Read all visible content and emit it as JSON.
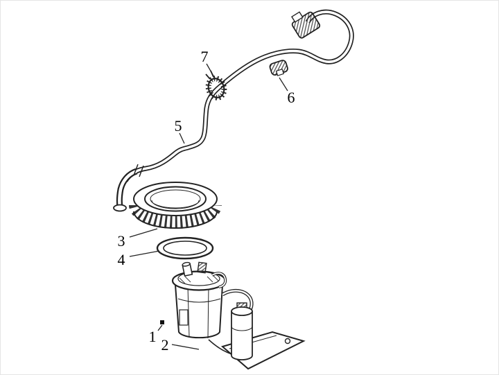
{
  "diagram": {
    "kind": "exploded-parts-diagram",
    "background": "#ffffff",
    "stroke_color": "#1f1f1f",
    "labels": [
      {
        "text": "7"
      },
      {
        "text": "6"
      },
      {
        "text": "5"
      },
      {
        "text": "3"
      },
      {
        "text": "4"
      },
      {
        "text": "1"
      },
      {
        "text": "2"
      }
    ]
  }
}
